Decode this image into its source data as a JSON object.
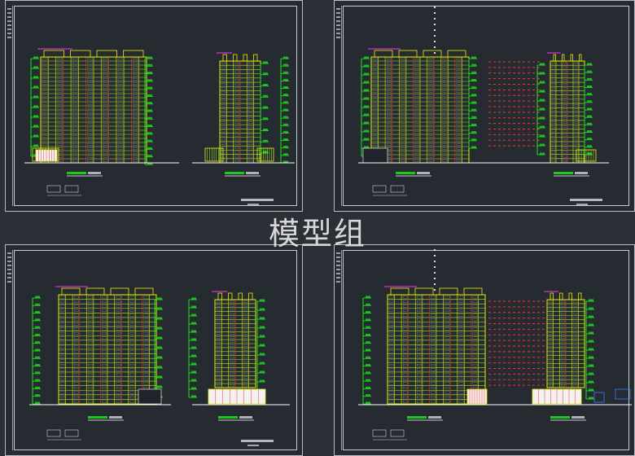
{
  "watermark": {
    "text": "模型组"
  },
  "colors": {
    "background": "#2b2f36",
    "facade_yellow": "#e8f000",
    "facade_lime": "#a8ff2a",
    "level_green": "#19e619",
    "accent_magenta": "#ff33ff",
    "grid_red": "#ff3030",
    "frame": "#c8cbd0"
  },
  "sheets": [
    {
      "id": "sheet-top-left",
      "variant": "elevation-a"
    },
    {
      "id": "sheet-top-right",
      "variant": "elevation-b"
    },
    {
      "id": "sheet-bottom-left",
      "variant": "elevation-c"
    },
    {
      "id": "sheet-bottom-right",
      "variant": "elevation-d"
    }
  ]
}
